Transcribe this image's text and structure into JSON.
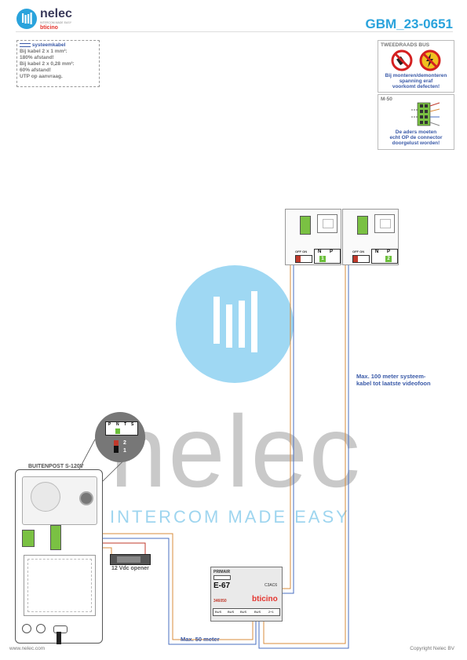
{
  "header": {
    "brand_name": "nelec",
    "brand_tagline": "INTERCOM MADE EASY",
    "partner_brand": "bticino",
    "doc_id": "GBM_23-0651"
  },
  "spec": {
    "title": "systeemkabel",
    "lines": [
      "Bij kabel 2 x 1 mm²:",
      "180% afstand!",
      "Bij kabel 2 x 0,28 mm²:",
      "60% afstand!",
      "UTP op aanvraag."
    ]
  },
  "warning": {
    "title": "TWEEDRAADS BUS",
    "lines": [
      "Bij monteren/demonteren",
      "spanning eraf",
      "voorkomt defecten!"
    ]
  },
  "connector_note": {
    "title": "M-50",
    "lines": [
      "De aders moeten",
      "echt OP de connector",
      "doorgelust worden!"
    ]
  },
  "diagram": {
    "outdoor_station": "BUITENPOST S-120V",
    "terminals": [
      "P",
      "N",
      "T",
      "S"
    ],
    "switch_values": [
      "2",
      "1"
    ],
    "opener": "12 Vdc opener",
    "power_supply": {
      "label": "PRIMAIR",
      "model": "E-67",
      "code": "346050",
      "ref": "C3AC6",
      "brand": "bticino",
      "terms": [
        "BUS",
        "BUS",
        "BUS",
        "BUS",
        "2+1"
      ]
    },
    "monitors": [
      {
        "switch": "OFF ON",
        "n": "N",
        "p": "P",
        "p_value": "1"
      },
      {
        "switch": "OFF ON",
        "n": "N",
        "p": "P",
        "p_value": "2"
      }
    ],
    "max_monitor": [
      "Max. 100 meter systeem-",
      "kabel tot laatste videofoon"
    ],
    "max_station": "Max. 50 meter"
  },
  "watermark": {
    "brand": "nelec",
    "tagline": "INTERCOM MADE EASY"
  },
  "footer": {
    "website": "www.nelec.com",
    "copyright": "Copyright Nelec BV"
  },
  "colors": {
    "accent": "#2aa3dc",
    "brand_blue": "#3a5aa8",
    "bticino_red": "#e4352f",
    "wire_red": "#c0392b",
    "wire_orange": "#d98c3c",
    "wire_blue": "#4a6fc0",
    "terminal_green": "#6bbf3a"
  }
}
